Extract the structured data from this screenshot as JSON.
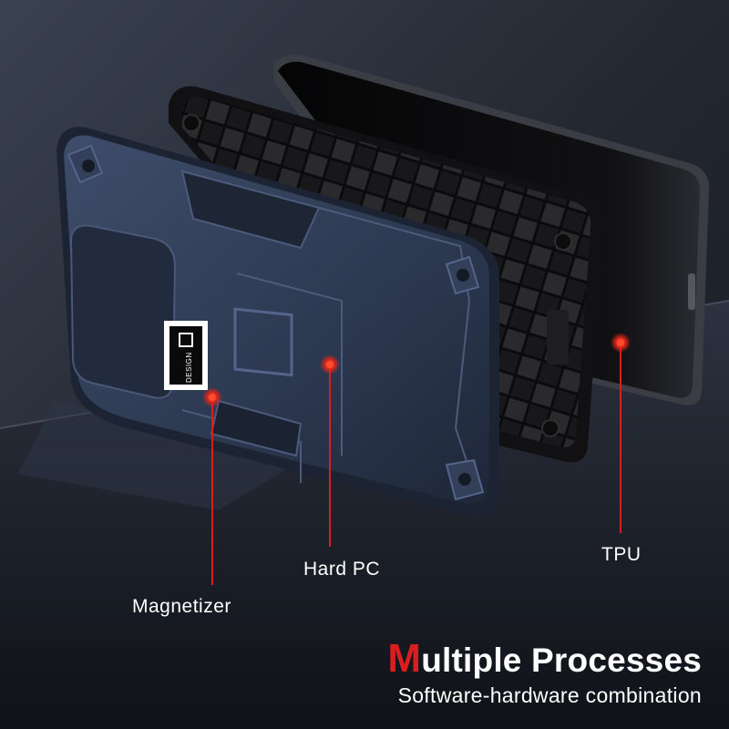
{
  "brand": {
    "logo_text": "DESIGN"
  },
  "callouts": [
    {
      "id": "magnetizer",
      "label": "Magnetizer"
    },
    {
      "id": "hardpc",
      "label": "Hard PC"
    },
    {
      "id": "tpu",
      "label": "TPU"
    }
  ],
  "headline": {
    "title_initial": "M",
    "title_rest": "ultiple Processes",
    "subtitle": "Software-hardware combination"
  },
  "colors": {
    "accent_red": "#d81e1e",
    "case_navy": "#2e3a52",
    "tpu_black": "#1a1a1c",
    "background": "#1b1f26"
  }
}
